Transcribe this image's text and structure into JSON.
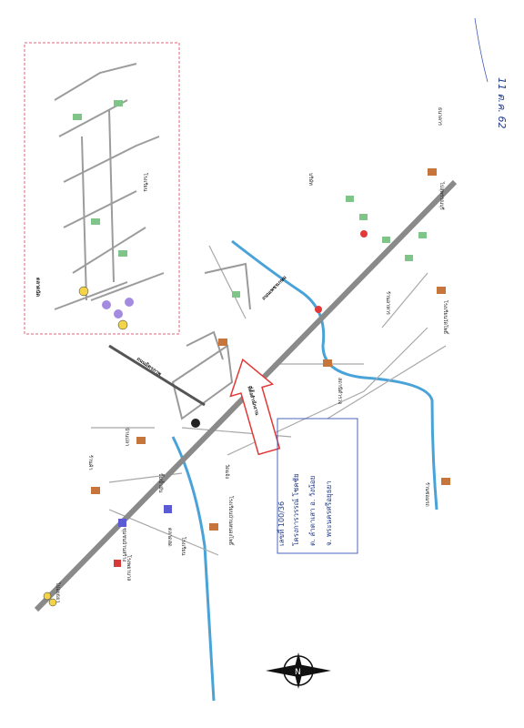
{
  "date_note": "11 ต.ค. 62",
  "inset_title": "ตลาดนัด",
  "main_road": "ถนนเพชรเกษม",
  "highway": "ถนนมิตรภาพ",
  "place_labels": [
    "บ้านปลา",
    "ร้านค้า",
    "ปั๊มน้ำมัน",
    "ตลาดสด",
    "โรงเรียน",
    "วัดแจ้ง",
    "บริษัท",
    "โรงเรียนบ้านหนองโพธิ์",
    "ร้านอาหาร",
    "โรงพยาบาล",
    "สถานีตำรวจ",
    "โรงเรียนวัดโพธิ์",
    "ชุมชนบ้านสร้าง",
    "ธนาคาร",
    "ร้านซ่อมรถ",
    "ไปสุพรรณบุรี",
    "ไปอยุธยา"
  ],
  "arrow_label": "ที่ตั้งสำนักงาน",
  "address_note": [
    "เลขที่ 100/36",
    "โครงการวรรณ์ โชคชัย",
    "ต. ลำตาเสา อ. วังน้อย",
    "จ. พระนครศรีอยุธยา"
  ],
  "compass_letter": "N",
  "colors": {
    "road": "#8a8a8a",
    "canal": "#4aa3d8",
    "inset_border": "#e2637a",
    "arrow": "#e23838",
    "ink": "#1f3a8a"
  }
}
